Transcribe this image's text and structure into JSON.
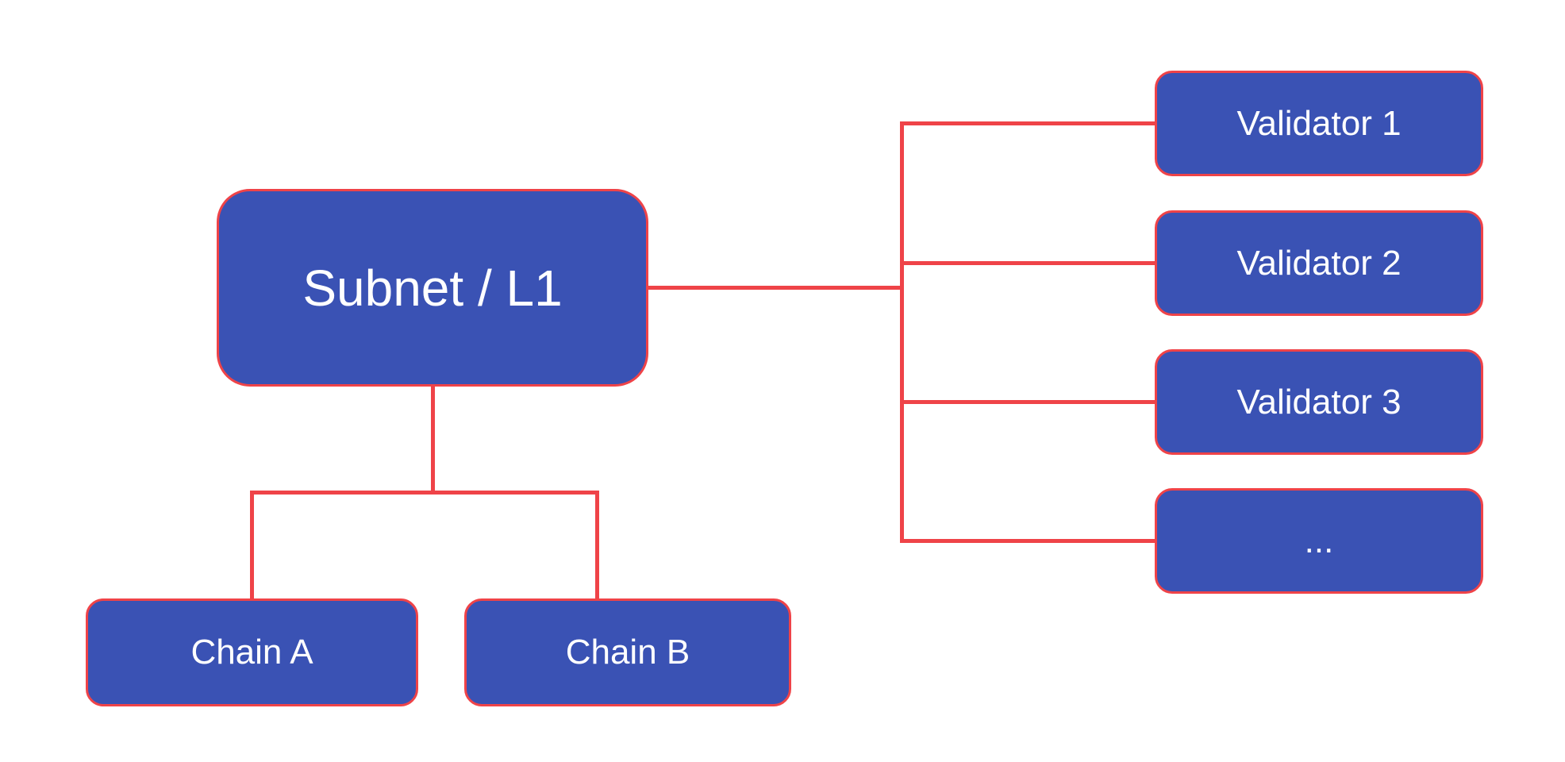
{
  "diagram": {
    "background_color": "#ffffff",
    "node_fill_color": "#3a52b4",
    "node_border_color": "#ef4348",
    "connector_color": "#ef4348",
    "label_color": "#ffffff",
    "root": {
      "label": "Subnet / L1"
    },
    "chains": [
      {
        "label": "Chain A"
      },
      {
        "label": "Chain B"
      }
    ],
    "validators": [
      {
        "label": "Validator 1"
      },
      {
        "label": "Validator 2"
      },
      {
        "label": "Validator 3"
      },
      {
        "label": "..."
      }
    ]
  }
}
